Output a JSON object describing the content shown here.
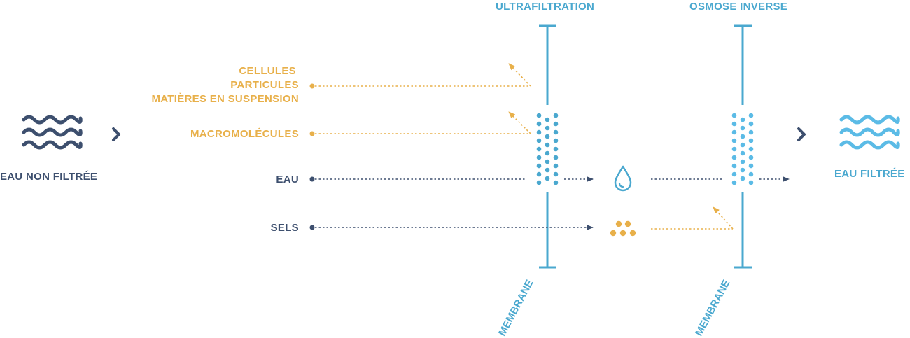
{
  "labels": {
    "ultrafiltration": "ULTRAFILTRATION",
    "osmose_inverse": "OSMOSE INVERSE",
    "cellules": "CELLULES",
    "particules": "PARTICULES",
    "matieres": "MATIÈRES EN SUSPENSION",
    "macromolecules": "MACROMOLÉCULES",
    "eau": "EAU",
    "sels": "SELS",
    "eau_non_filtree": "EAU NON FILTRÉE",
    "eau_filtree": "EAU FILTRÉE",
    "membrane_1": "MEMBRANE",
    "membrane_2": "MEMBRANE"
  },
  "icons": {
    "raw_water": "waves-icon",
    "filtered_water": "waves-icon",
    "arrow_in": "chevron-right-icon",
    "arrow_out": "chevron-right-icon",
    "droplet": "water-drop-icon",
    "salts": "salt-dots-icon"
  },
  "colors": {
    "orange": "#e8b04a",
    "navy": "#3d4f6e",
    "blue": "#4aa8cf",
    "light_blue": "#5bbbe6"
  }
}
